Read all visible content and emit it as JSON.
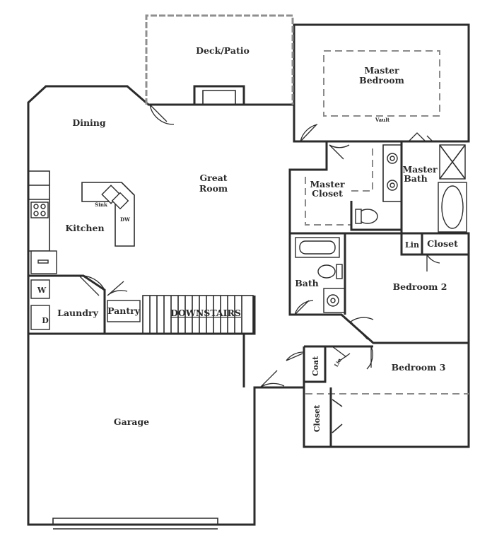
{
  "rooms": {
    "deck_patio": "Deck/Patio",
    "master_bedroom_line1": "Master",
    "master_bedroom_line2": "Bedroom",
    "vault": "Vault",
    "dining": "Dining",
    "great_room_line1": "Great",
    "great_room_line2": "Room",
    "master_closet_line1": "Master",
    "master_closet_line2": "Closet",
    "master_bath_line1": "Master",
    "master_bath_line2": "Bath",
    "kitchen": "Kitchen",
    "sink": "Sink",
    "dishwasher": "DW",
    "lin": "Lin",
    "closet_bedroom2": "Closet",
    "bath": "Bath",
    "bedroom_2": "Bedroom 2",
    "laundry": "Laundry",
    "pantry": "Pantry",
    "downstairs": "DOWNSTAIRS",
    "washer": "W",
    "dryer": "D",
    "coat": "Coat",
    "linen_hall": "Lin",
    "bedroom_3": "Bedroom 3",
    "closet_bedroom3": "Closet",
    "garage": "Garage"
  }
}
